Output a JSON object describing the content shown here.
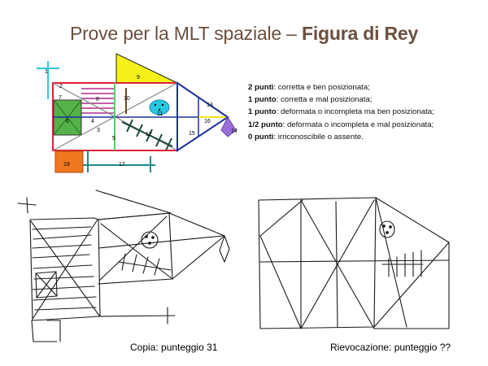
{
  "title": {
    "prefix": "Prove per la MLT spaziale – ",
    "emphasis": "Figura di Rey"
  },
  "scoring_legend": [
    {
      "points": "2 punti",
      "text": ": corretta e ben posizionata;"
    },
    {
      "points": "1 punto",
      "text": ": corretta e mal posizionata;"
    },
    {
      "points": "1 punto",
      "text": ": deformata o incompleta ma ben posizionata;"
    },
    {
      "points": "1/2 punto",
      "text": ": deformata o incompleta e mal posizionata;"
    },
    {
      "points": "0 punti",
      "text": ": irriconoscibile o assente."
    }
  ],
  "figure_element_numbers": [
    "1",
    "2",
    "3",
    "4",
    "5",
    "6",
    "7",
    "8",
    "9",
    "10",
    "11",
    "12",
    "13",
    "14",
    "15",
    "16",
    "17",
    "18"
  ],
  "captions": {
    "copy": "Copia: punteggio 31",
    "recall": "Rievocazione: punteggio ??"
  },
  "colors": {
    "title": "#6b4f3f",
    "red": "#e0203a",
    "green": "#55b24a",
    "blue": "#1b2f9c",
    "yellow": "#f5f01a",
    "magenta": "#b02a8a",
    "orange": "#f07820",
    "cyan": "#28c8e0",
    "purple": "#9b6fd8",
    "brown": "#7a4a1e",
    "teal": "#1e8a8a"
  }
}
